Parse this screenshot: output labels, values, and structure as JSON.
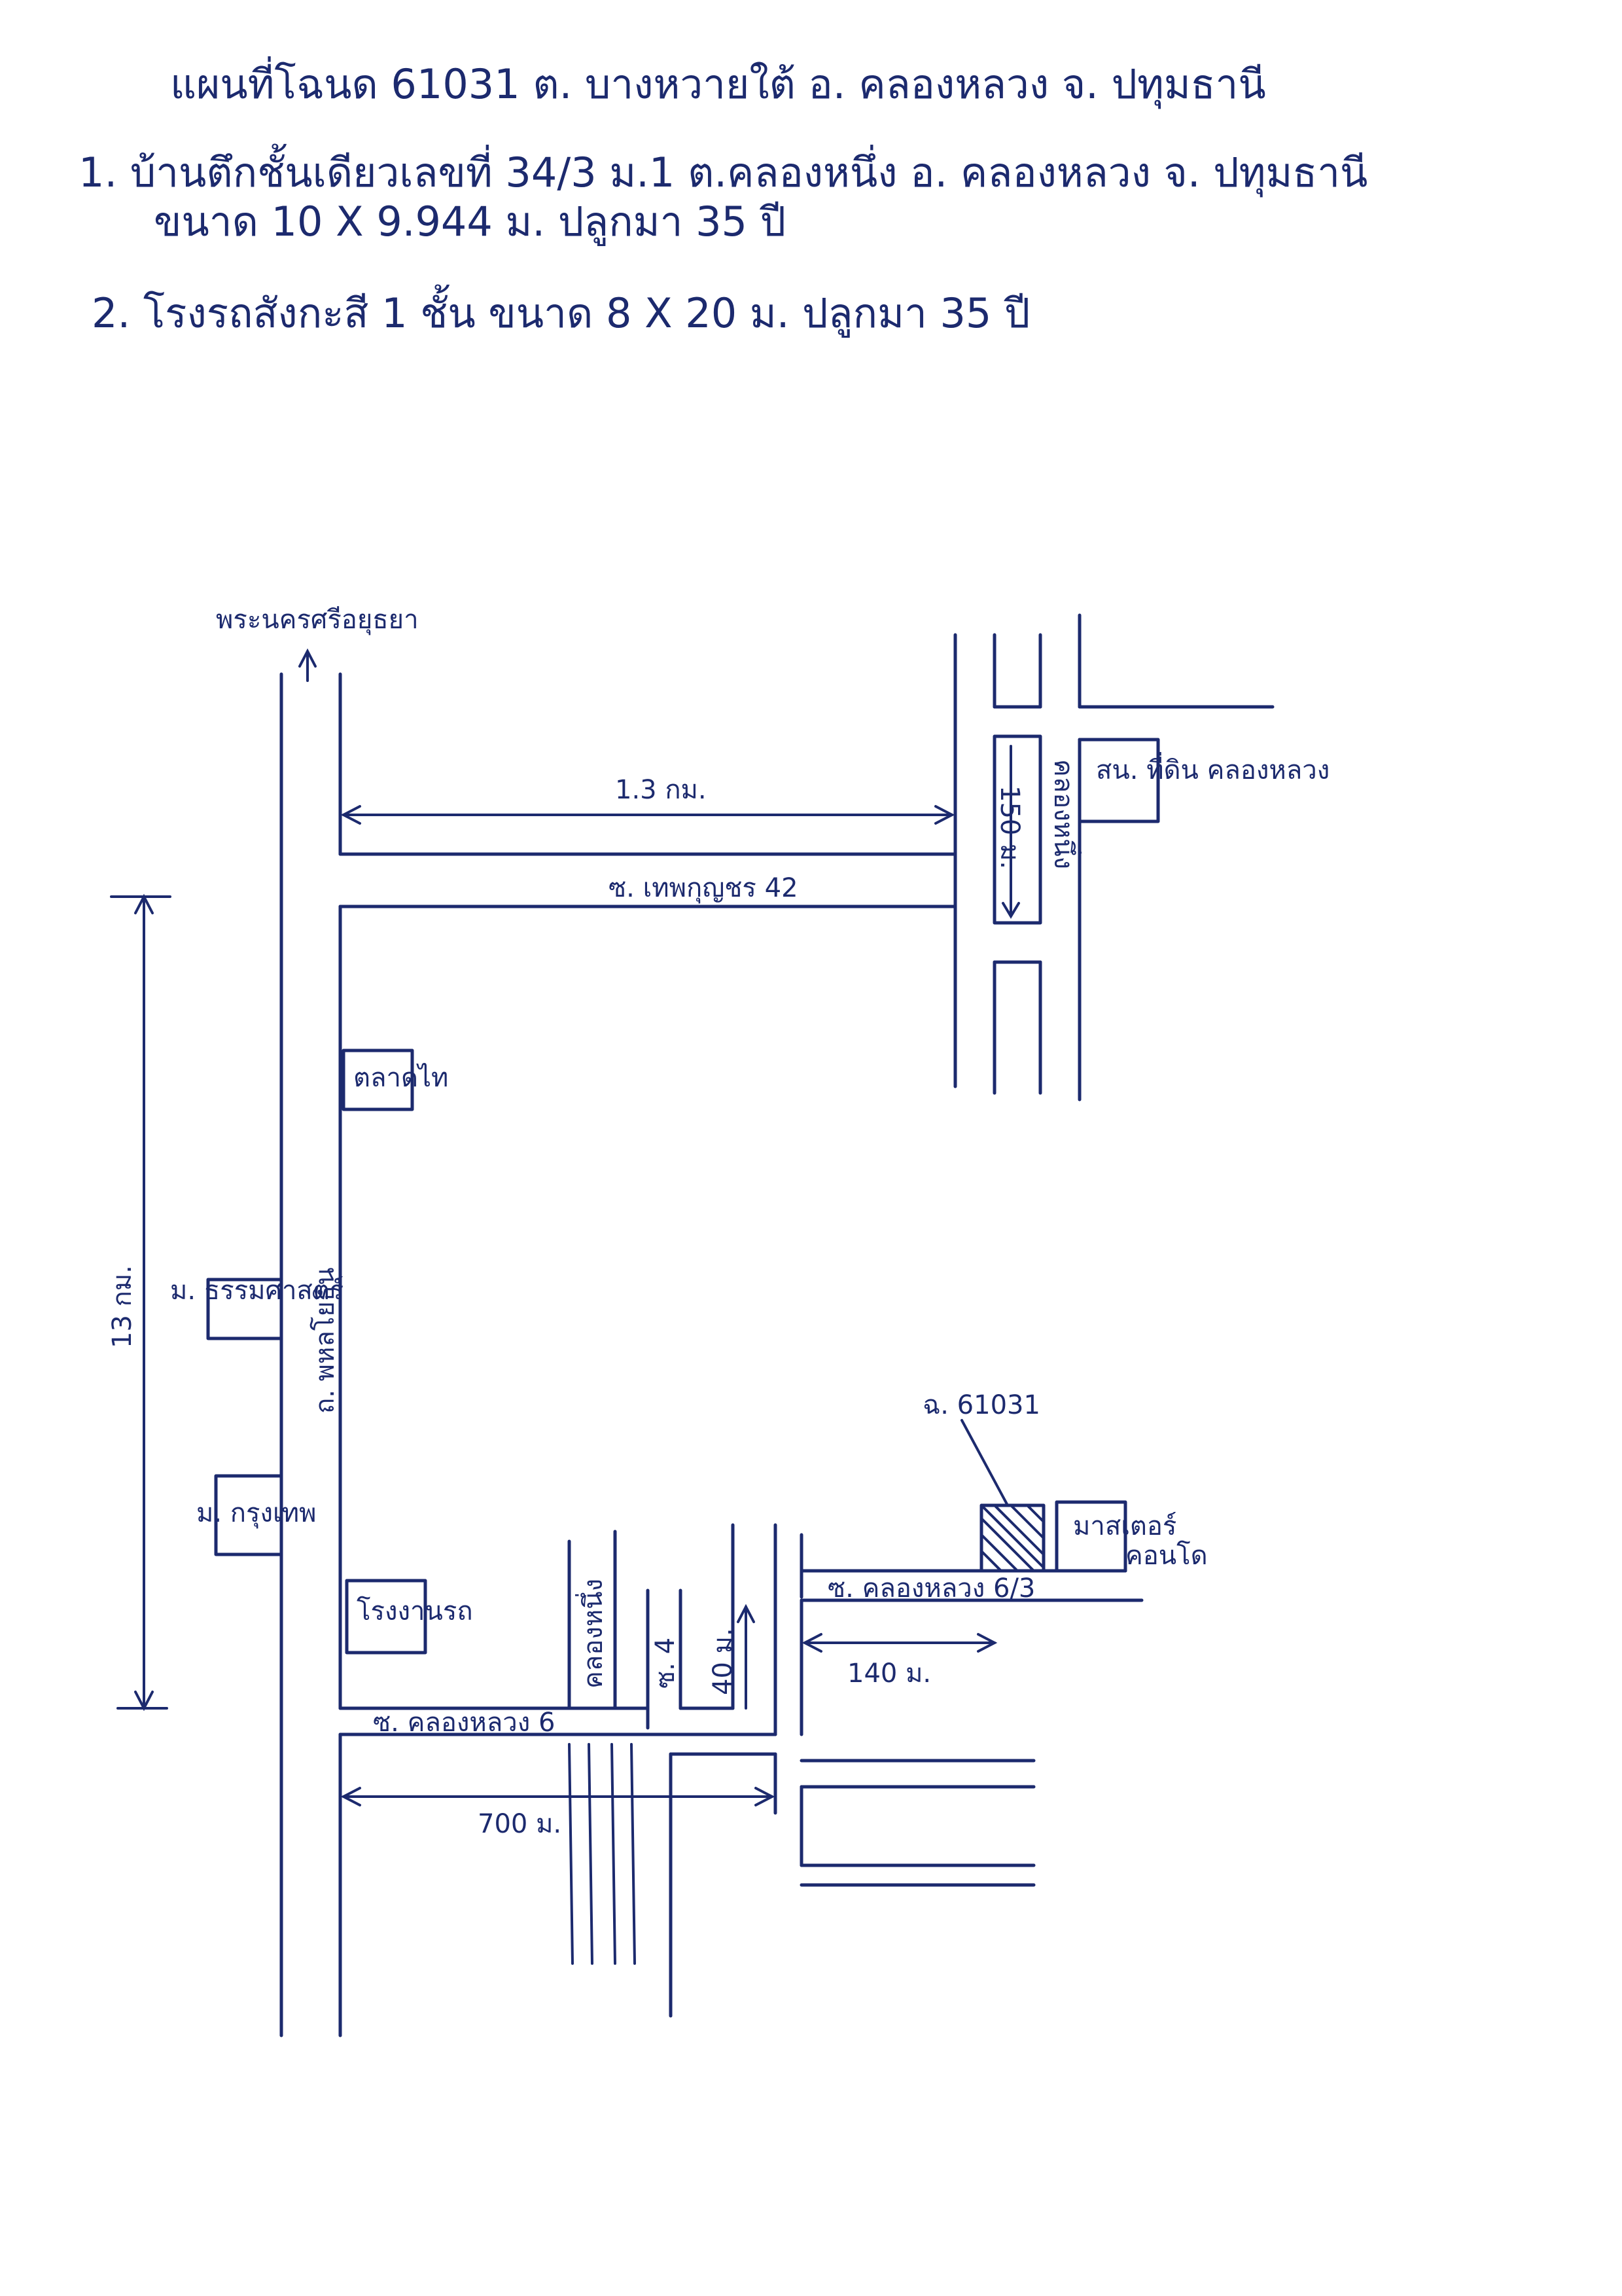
{
  "header": {
    "line1": "แผนที่โฉนด 61031 ต. บางหวายใต้ อ. คลองหลวง จ. ปทุมธานี",
    "line2": "1. บ้านตึกชั้นเดียวเลขที่ 34/3 ม.1 ต.คลองหนึ่ง อ. คลองหลวง จ. ปทุมธานี",
    "line3": "ขนาด 10 X 9.944 ม. ปลูกมา 35 ปี",
    "line4": "2. โรงรถสังกะสี 1 ชั้น ขนาด 8 X 20 ม. ปลูกมา 35 ปี"
  },
  "map": {
    "north_road": "พระนครศรีอยุธยา",
    "road_42": "ซ. เทพกุญชร 42",
    "main_road": "ถ. พหลโยธิน",
    "canal_1": "คลองหนึ่ง",
    "soi_6": "ซ. คลองหลวง 6",
    "soi_6_3": "ซ. คลองหลวง 6/3",
    "soi_4": "ซ. 4",
    "dist_1_3km": "1.3 กม.",
    "dist_13km": "13 กม.",
    "dist_700m": "700 ม.",
    "dist_40m": "40 ม.",
    "dist_140m": "140 ม.",
    "dist_150m": "150 ม.",
    "klong_1_side": "คลองหนึ่ง",
    "landmark_post_office": "สน. ที่ดิน คลองหลวง",
    "landmark_market": "ตลาดไท",
    "landmark_univ_1": "ม. ธรรมศาสตร์",
    "landmark_univ_2": "ม. กรุงเทพ",
    "landmark_factory": "โรงงานรถ",
    "landmark_store_1": "มาสเตอร์",
    "landmark_store_2": "คอนโด",
    "plot_label": "ฉ. 61031"
  },
  "colors": {
    "ink": "#1c2a6e",
    "paper": "#ffffff"
  }
}
